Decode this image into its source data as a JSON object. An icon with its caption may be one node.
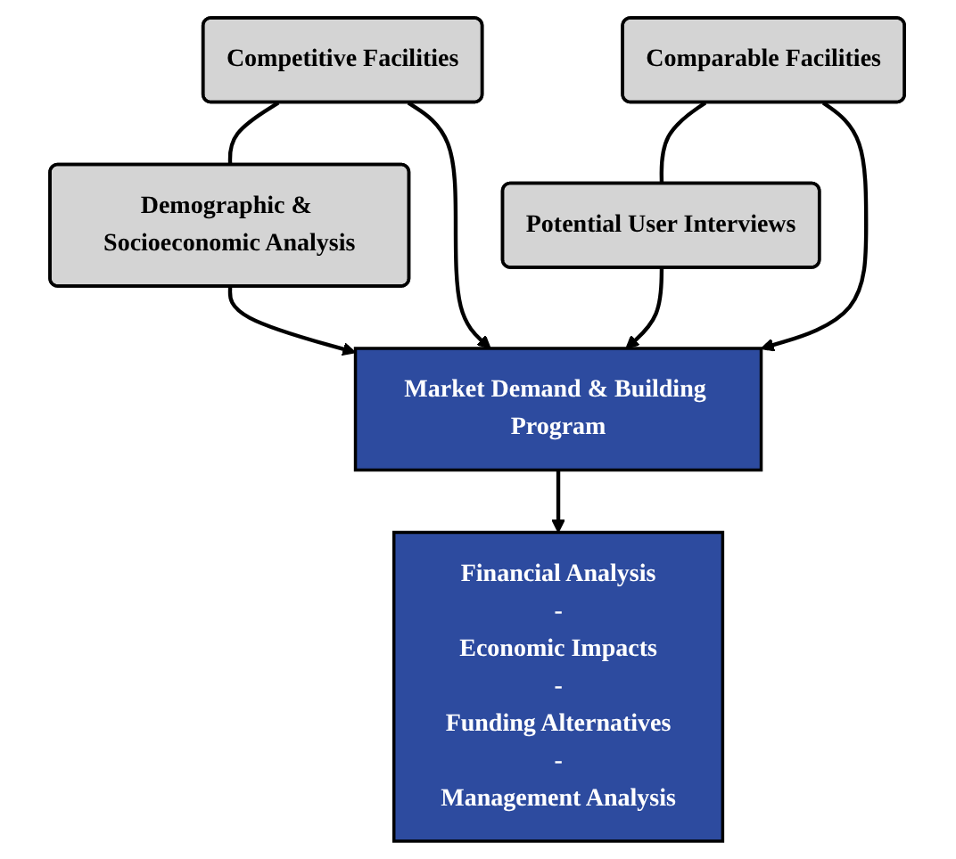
{
  "diagram": {
    "nodes": [
      {
        "text": [
          "Competitive Facilities"
        ]
      },
      {
        "text": [
          "Comparable Facilities"
        ]
      },
      {
        "text": [
          "Demographic & Socioeconomic Analysis"
        ]
      },
      {
        "text": [
          "Market Demand & Building Program"
        ]
      },
      {
        "text": [
          "Potential User Interviews"
        ]
      },
      {
        "text": [
          "Financial Analysis",
          "-",
          "Economic Impacts",
          "-",
          "Funding Alternatives",
          "-",
          "Management Analysis"
        ]
      }
    ],
    "edges": [
      {
        "from": 0,
        "to": 2,
        "arrow": "none"
      },
      {
        "from": 1,
        "to": 4,
        "arrow": "none"
      },
      {
        "from": 0,
        "to": 3,
        "arrow": "to"
      },
      {
        "from": 1,
        "to": 3,
        "arrow": "to"
      },
      {
        "from": 2,
        "to": 3,
        "arrow": "to"
      },
      {
        "from": 4,
        "to": 3,
        "arrow": "to"
      },
      {
        "from": 3,
        "to": 5,
        "arrow": "to"
      }
    ]
  }
}
